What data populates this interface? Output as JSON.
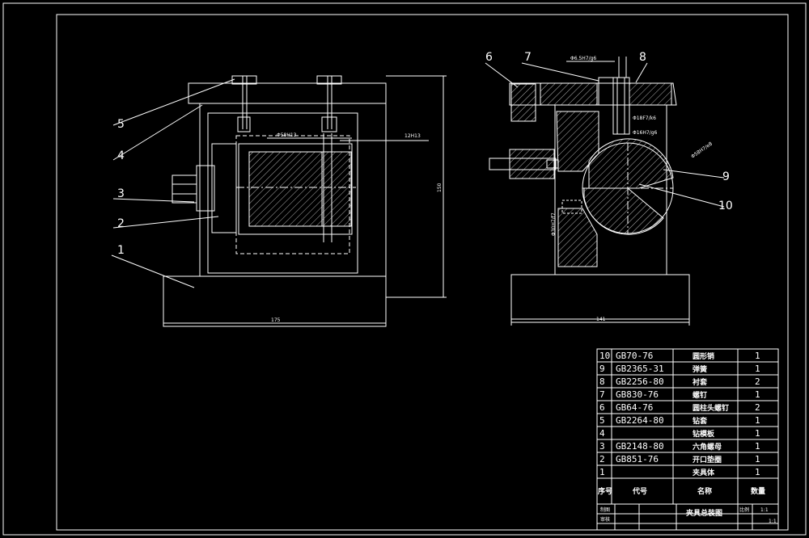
{
  "balloons": {
    "b1": "1",
    "b2": "2",
    "b3": "3",
    "b4": "4",
    "b5": "5",
    "b6": "6",
    "b7": "7",
    "b8": "8",
    "b9": "9",
    "b10": "10"
  },
  "dimensions": {
    "front_width": "175",
    "front_height": "150",
    "front_bore": "Φ58H13",
    "front_shaft": "12H13",
    "side_width": "141",
    "side_fit1": "Φ6.5H7/g6",
    "side_fit2": "Φ18F7/k6",
    "side_fit3": "Φ16H7/g6",
    "side_fit4": "Φ58H7/e8",
    "side_fit5": "Φ30H7/f7"
  },
  "bom": {
    "rows": [
      {
        "no": "10",
        "code": "GB70-76",
        "name": "圆形销",
        "qty": "1"
      },
      {
        "no": "9",
        "code": "GB2365-31",
        "name": "弹簧",
        "qty": "1"
      },
      {
        "no": "8",
        "code": "GB2256-80",
        "name": "衬套",
        "qty": "2"
      },
      {
        "no": "7",
        "code": "GB830-76",
        "name": "螺钉",
        "qty": "1"
      },
      {
        "no": "6",
        "code": "GB64-76",
        "name": "圆柱头螺钉",
        "qty": "2"
      },
      {
        "no": "5",
        "code": "GB2264-80",
        "name": "钻套",
        "qty": "1"
      },
      {
        "no": "4",
        "code": "",
        "name": "钻模板",
        "qty": "1"
      },
      {
        "no": "3",
        "code": "GB2148-80",
        "name": "六角螺母",
        "qty": "1"
      },
      {
        "no": "2",
        "code": "GB851-76",
        "name": "开口垫圈",
        "qty": "1"
      },
      {
        "no": "1",
        "code": "",
        "name": "夹具体",
        "qty": "1"
      }
    ],
    "header": {
      "no": "序号",
      "code": "代号",
      "name": "名称",
      "qty": "数量"
    }
  },
  "title_block": {
    "drawing_name": "夹具总装图",
    "drafter_label": "制图",
    "checker_label": "审核",
    "scale_label": "比例",
    "scale_value": "1:1",
    "sheet_value": "1:1"
  }
}
